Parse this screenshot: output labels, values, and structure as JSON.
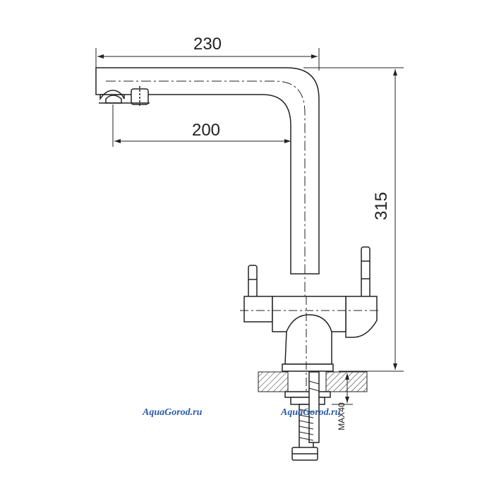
{
  "dimensions": {
    "spout_total_length": "230",
    "spout_reach": "200",
    "height": "315",
    "mount_thickness": "MAX40"
  },
  "watermark": {
    "left": "AquaGorod.ru",
    "center": "AquaGorod.ru"
  },
  "colors": {
    "line": "#222222",
    "watermark": "#2a5aa8"
  }
}
